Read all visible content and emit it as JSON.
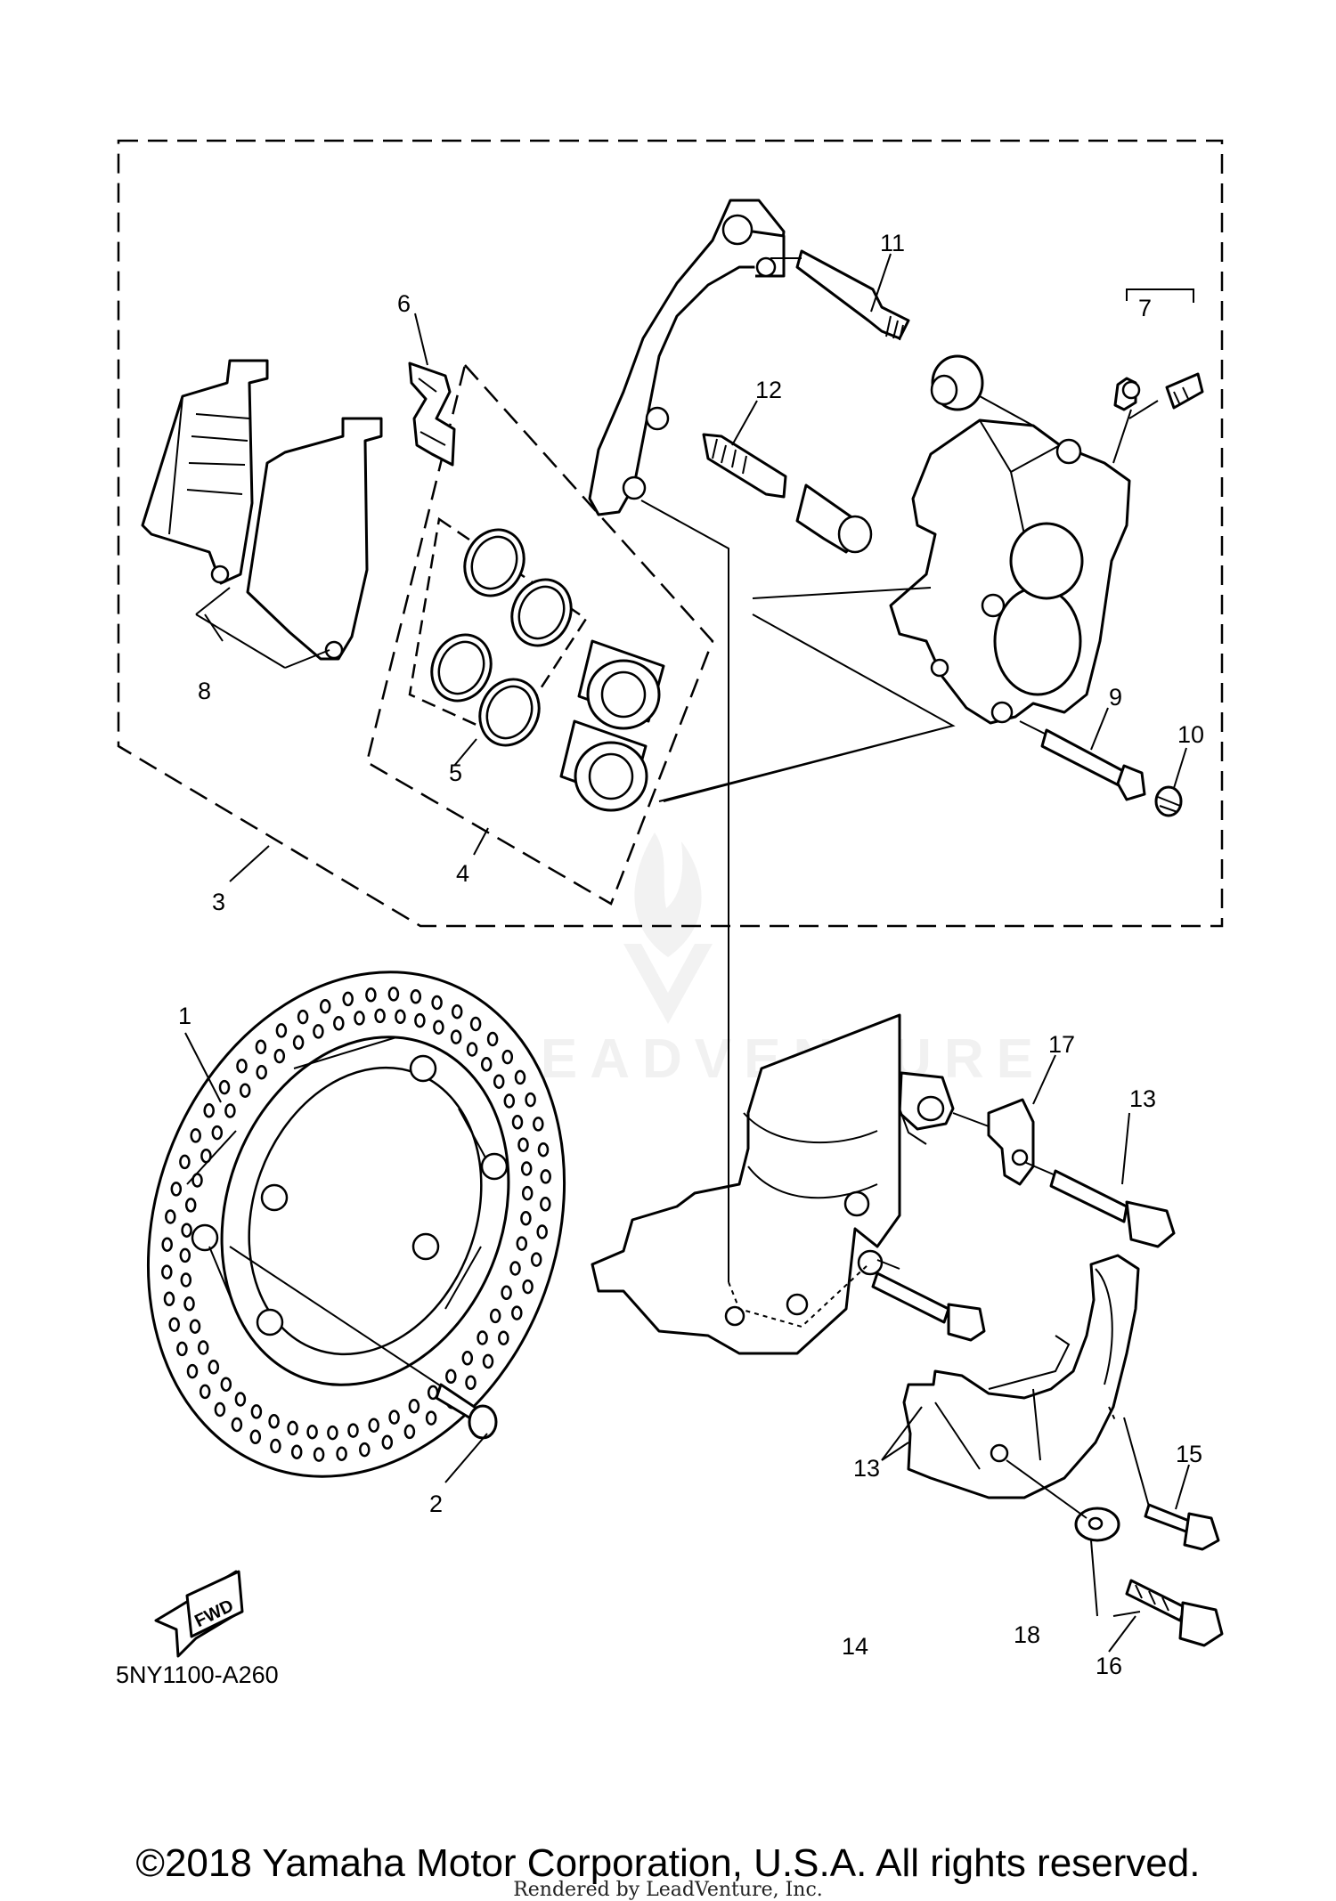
{
  "diagram_code": "5NY1100-A260",
  "watermark": "LEADVENTURE",
  "fwd_label": "FWD",
  "copyright": "©2018 Yamaha Motor Corporation, U.S.A. All rights reserved.",
  "rendered_by": "Rendered by LeadVenture, Inc.",
  "callouts": [
    "1",
    "2",
    "3",
    "4",
    "5",
    "6",
    "7",
    "8",
    "9",
    "10",
    "11",
    "12",
    "13",
    "13",
    "14",
    "15",
    "16",
    "17",
    "18"
  ]
}
